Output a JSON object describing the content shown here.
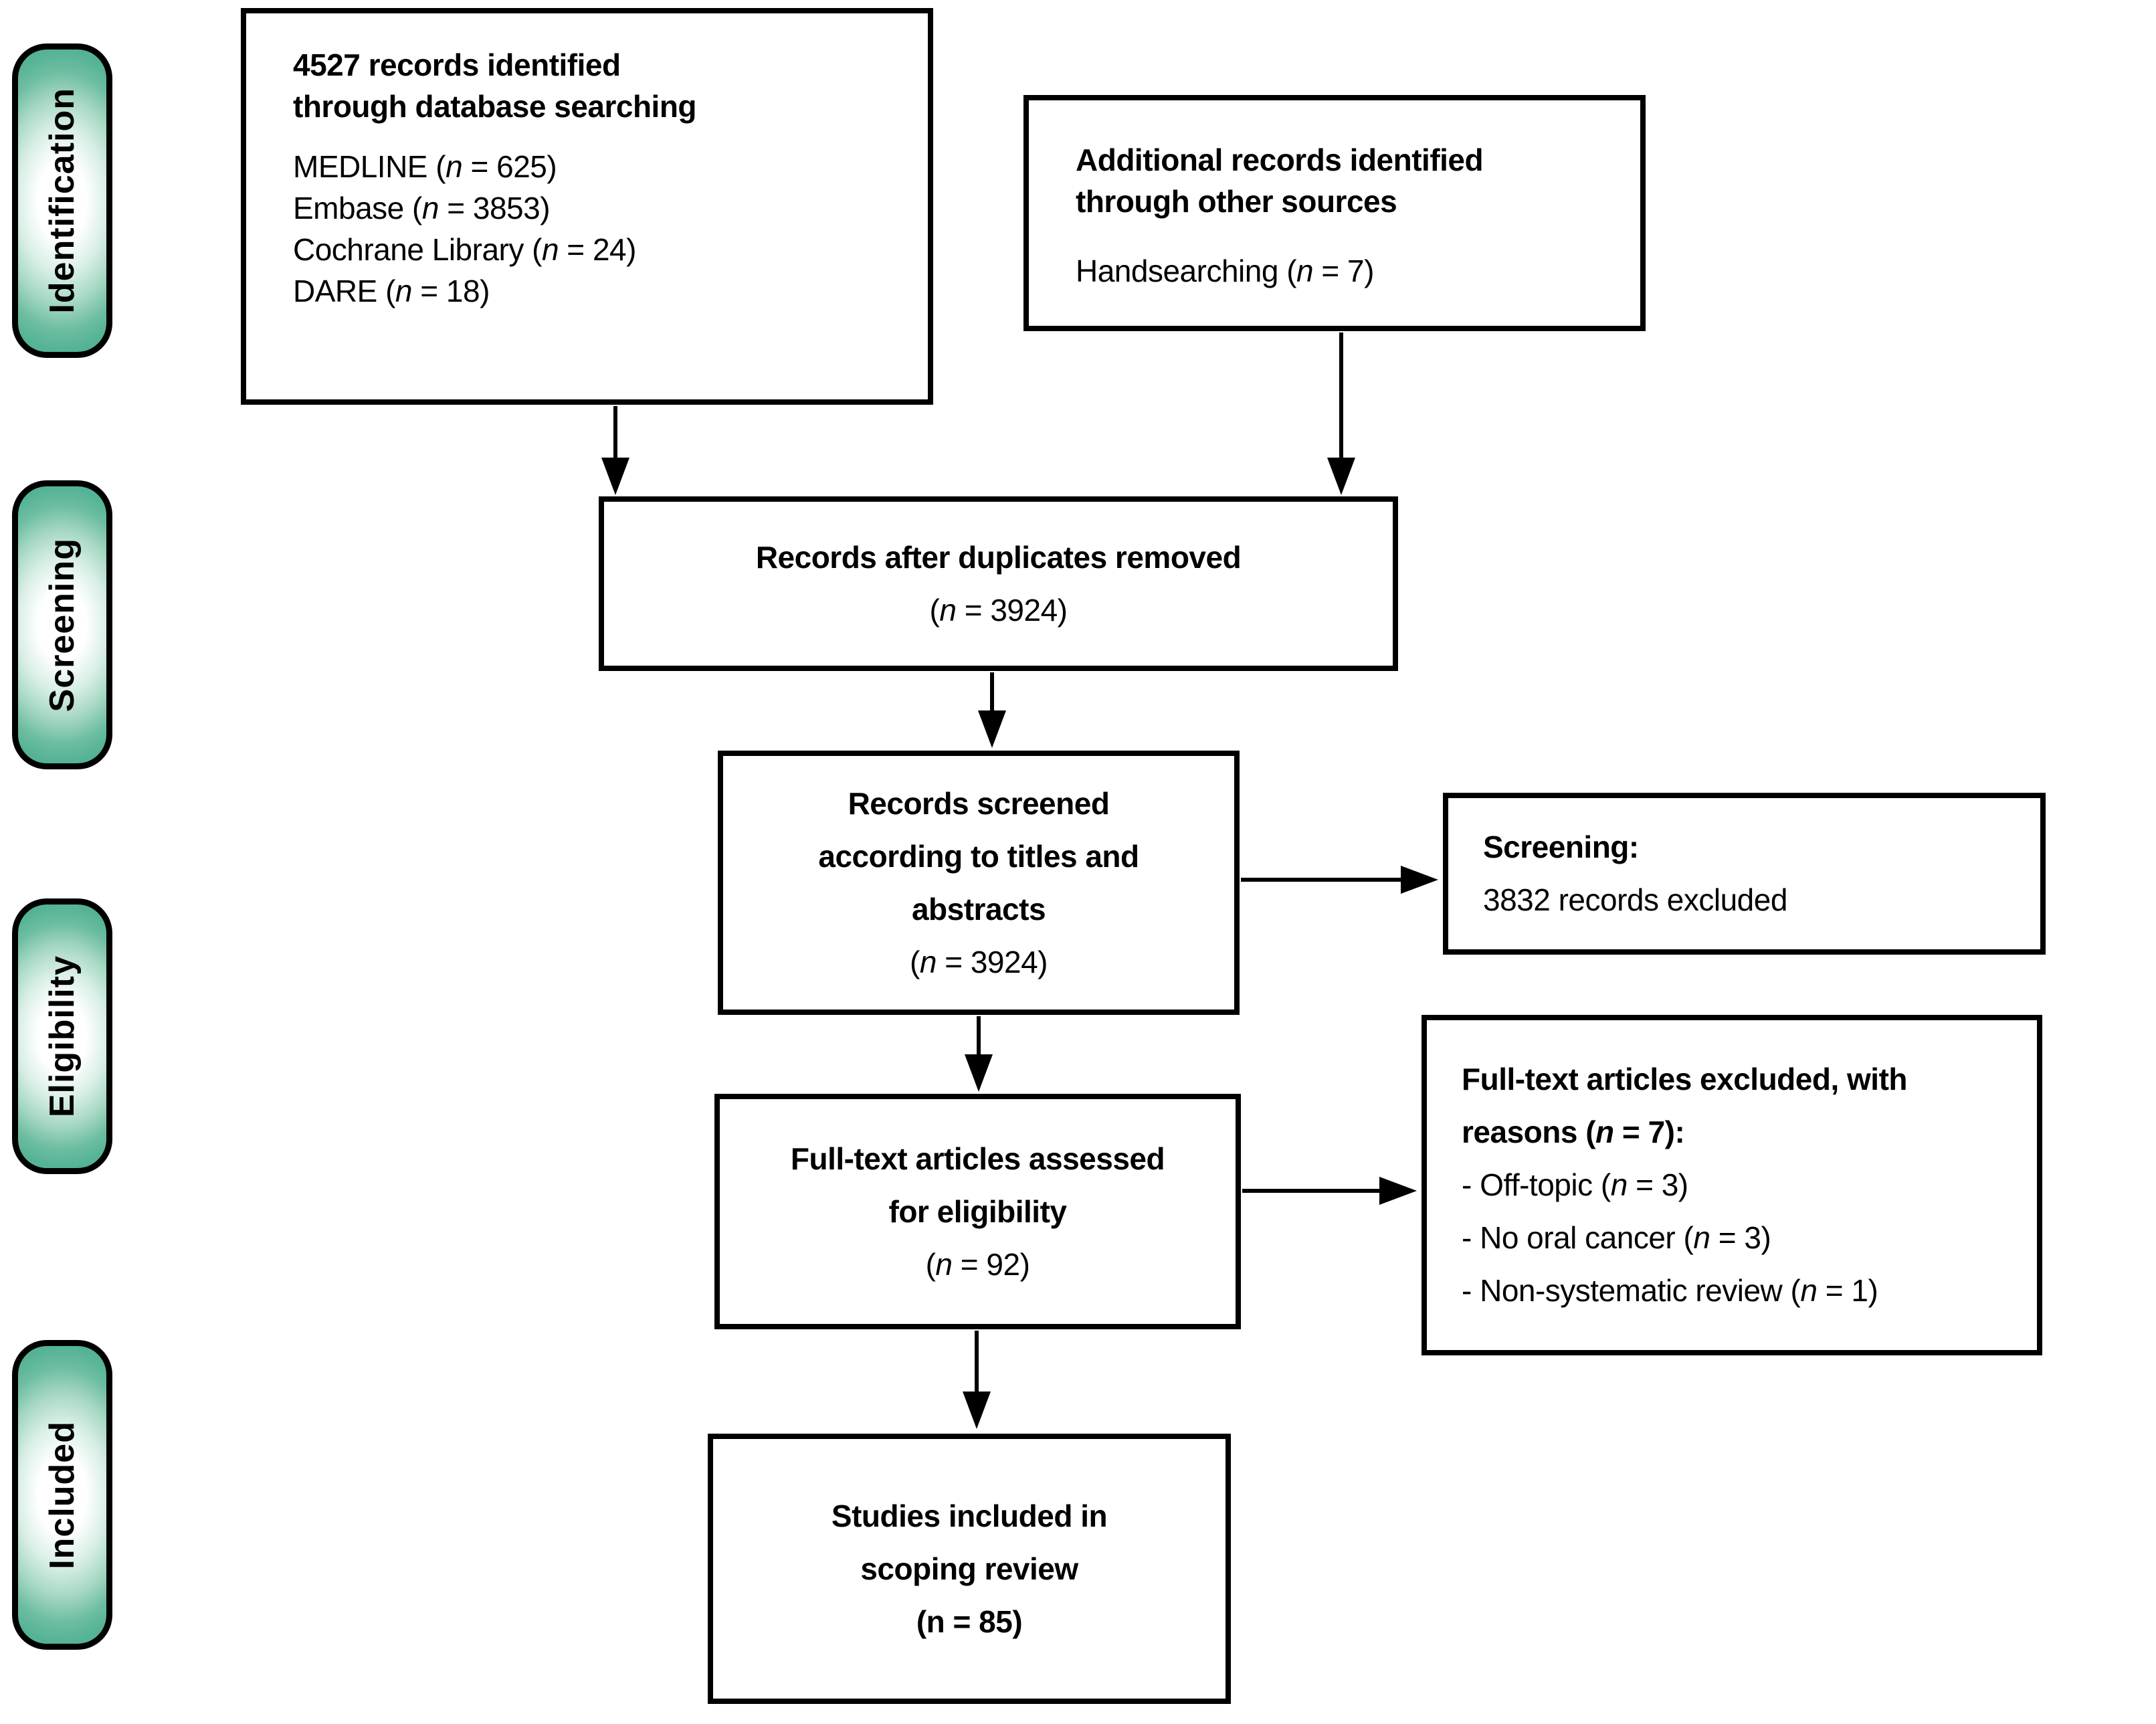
{
  "stages": {
    "identification": "Identification",
    "screening": "Screening",
    "eligibility": "Eligibility",
    "included": "Included"
  },
  "boxes": {
    "database_search": {
      "title": [
        "4527 records identified",
        "through database searching"
      ],
      "sources": [
        "MEDLINE (n = 625)",
        "Embase (n = 3853)",
        "Cochrane Library (n = 24)",
        "DARE (n = 18)"
      ]
    },
    "other_sources": {
      "title": [
        "Additional records identified",
        "through other sources"
      ],
      "sources": [
        "Handsearching (n = 7)"
      ]
    },
    "duplicates_removed": {
      "title": "Records after duplicates removed",
      "count": "(n = 3924)"
    },
    "records_screened": {
      "title": [
        "Records screened",
        "according to titles and",
        "abstracts"
      ],
      "count": "(n = 3924)"
    },
    "screening_excluded": {
      "heading": "Screening:",
      "detail": "3832 records excluded"
    },
    "fulltext_assessed": {
      "title": [
        "Full-text articles assessed",
        "for eligibility"
      ],
      "count": "(n = 92)"
    },
    "fulltext_excluded": {
      "title": [
        "Full-text articles excluded, with",
        "reasons (n = 7):"
      ],
      "reasons": [
        "- Off-topic (n = 3)",
        "- No oral cancer (n = 3)",
        "- Non-systematic review (n = 1)"
      ]
    },
    "studies_included": {
      "title": [
        "Studies included in",
        "scoping review",
        "(n = 85)"
      ]
    }
  },
  "colors": {
    "stage_fill_edge": "#54b296",
    "stage_fill_center": "#ffffff",
    "box_border": "#000000",
    "text": "#000000",
    "background": "#ffffff"
  }
}
